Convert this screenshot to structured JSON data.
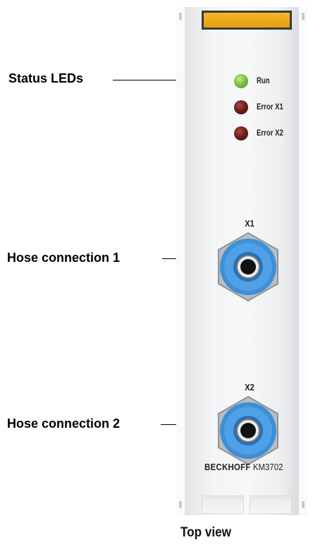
{
  "callouts": {
    "status_leds": "Status LEDs",
    "hose1": "Hose connection 1",
    "hose2": "Hose connection 2"
  },
  "leds": [
    {
      "label": "Run",
      "color": "#7dc242"
    },
    {
      "label": "Error X1",
      "color": "#6b1a1a"
    },
    {
      "label": "Error X2",
      "color": "#6b1a1a"
    }
  ],
  "ports": {
    "x1": "X1",
    "x2": "X2"
  },
  "brand": {
    "maker": "BECKHOFF",
    "model": "KM3702"
  },
  "caption": "Top view",
  "colors": {
    "label_strip": "#f2a71b",
    "fitting_blue": "#3d8fd6",
    "fitting_metal": "#b9bec4"
  }
}
